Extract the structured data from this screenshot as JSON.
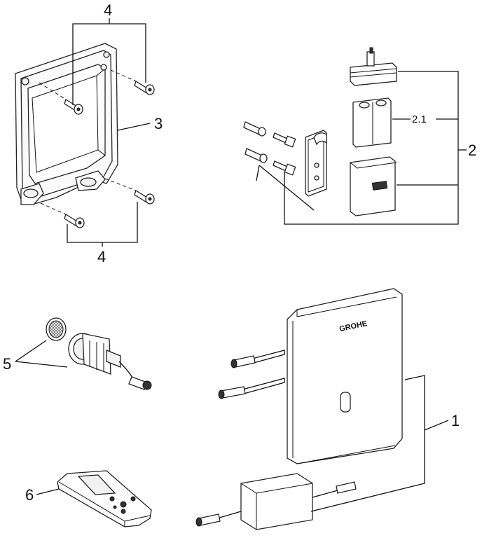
{
  "labels": {
    "mounting_frame_screws_top": "4",
    "mounting_frame": "3",
    "mounting_frame_screws_bottom": "4",
    "wall_fixing_set": "2",
    "sub_part": "2.1",
    "strainer_valve": "5",
    "cover_plate_set": "1",
    "remote_control": "6"
  },
  "brand_mark": "GROHE"
}
